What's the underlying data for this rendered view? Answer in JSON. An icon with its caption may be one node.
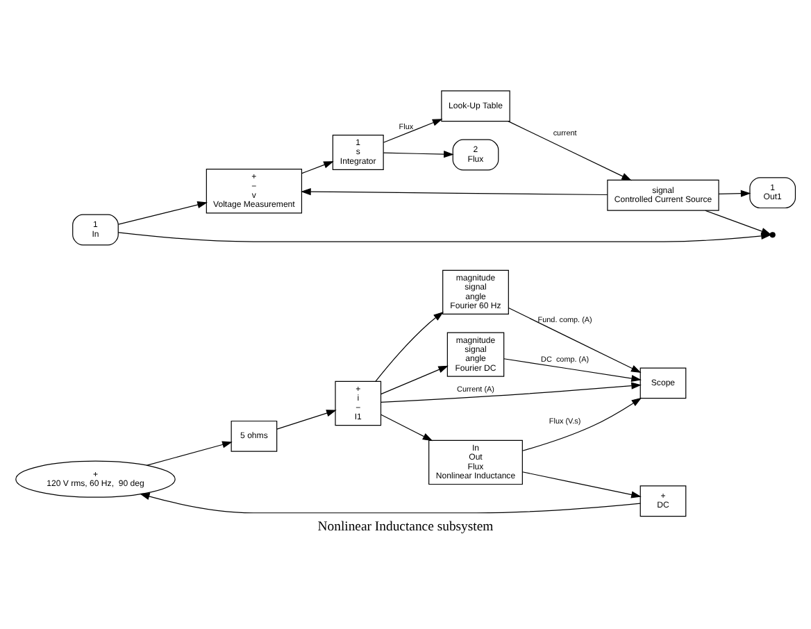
{
  "diagram": {
    "caption": "Nonlinear Inductance subsystem",
    "nodes": [
      {
        "text": [
          "+",
          "120 V rms, 60 Hz,  90 deg"
        ]
      },
      {
        "text": [
          "5 ohms"
        ]
      },
      {
        "text": [
          "+",
          "i",
          "−",
          "I1"
        ]
      },
      {
        "text": [
          "+",
          "DC"
        ]
      },
      {
        "text": [
          "magnitude",
          "signal",
          "angle",
          "Fourier 60 Hz"
        ]
      },
      {
        "text": [
          "magnitude",
          "signal",
          "angle",
          "Fourier DC"
        ]
      },
      {
        "text": [
          "Scope"
        ]
      },
      {
        "text": [
          "In",
          "Out",
          "Flux",
          "Nonlinear Inductance"
        ]
      },
      {
        "text": [
          "1",
          "In"
        ]
      },
      {
        "text": [
          "+",
          "−",
          "v",
          "Voltage Measurement"
        ]
      },
      {
        "text": [
          "1",
          "s",
          "Integrator"
        ]
      },
      {
        "text": [
          "Look-Up Table"
        ]
      },
      {
        "text": [
          "signal",
          "Controlled Current Source"
        ]
      },
      {
        "text": [
          "1",
          "Out1"
        ]
      },
      {
        "text": [
          "2",
          "Flux"
        ]
      },
      {
        "text": [],
        "shape": "circle"
      }
    ],
    "edges": [
      {
        "from": 3,
        "to": 0,
        "arrow": "to"
      },
      {
        "from": 0,
        "to": 1,
        "arrow": "to"
      },
      {
        "from": 1,
        "to": 2,
        "arrow": "to"
      },
      {
        "from": 2,
        "to": 7,
        "arrow": "to"
      },
      {
        "from": 2,
        "to": 4,
        "arrow": "to"
      },
      {
        "from": 2,
        "to": 5,
        "arrow": "to"
      },
      {
        "from": 2,
        "to": 6,
        "label": "Current (A)",
        "arrow": "to"
      },
      {
        "from": 4,
        "to": 6,
        "label": "Fund. comp. (A)",
        "arrow": "to"
      },
      {
        "from": 5,
        "to": 6,
        "label": "DC  comp. (A)",
        "arrow": "to"
      },
      {
        "from": 7,
        "to": 6,
        "label": "Flux (V.s)",
        "arrow": "to"
      },
      {
        "from": 7,
        "to": 3,
        "arrow": "to"
      },
      {
        "from": 8,
        "to": 15,
        "arrow": "to"
      },
      {
        "from": 8,
        "to": 9,
        "arrow": "to"
      },
      {
        "from": 9,
        "to": 10,
        "arrow": "to"
      },
      {
        "from": 10,
        "to": 11,
        "label": "Flux",
        "arrow": "to"
      },
      {
        "from": 10,
        "to": 14,
        "arrow": "to"
      },
      {
        "from": 11,
        "to": 12,
        "label": "current",
        "arrow": "to"
      },
      {
        "from": 12,
        "to": 15,
        "arrow": "to"
      },
      {
        "from": 12,
        "to": 13,
        "arrow": "to"
      },
      {
        "from": 12,
        "to": 9,
        "arrow": "to"
      }
    ]
  }
}
